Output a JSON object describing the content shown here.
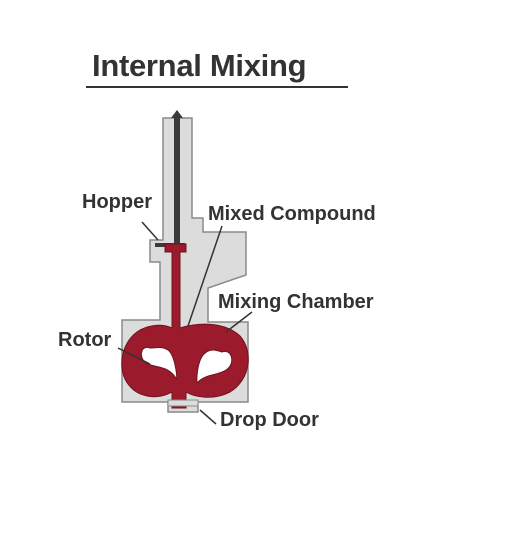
{
  "title": "Internal Mixing",
  "labels": {
    "hopper": "Hopper",
    "mixed_compound": "Mixed Compound",
    "mixing_chamber": "Mixing Chamber",
    "rotor": "Rotor",
    "drop_door": "Drop Door"
  },
  "colors": {
    "housing_fill": "#dcdcdc",
    "housing_stroke": "#8a8a8a",
    "compound": "#9b1b2d",
    "text": "#333333",
    "rotor_void": "#ffffff"
  }
}
